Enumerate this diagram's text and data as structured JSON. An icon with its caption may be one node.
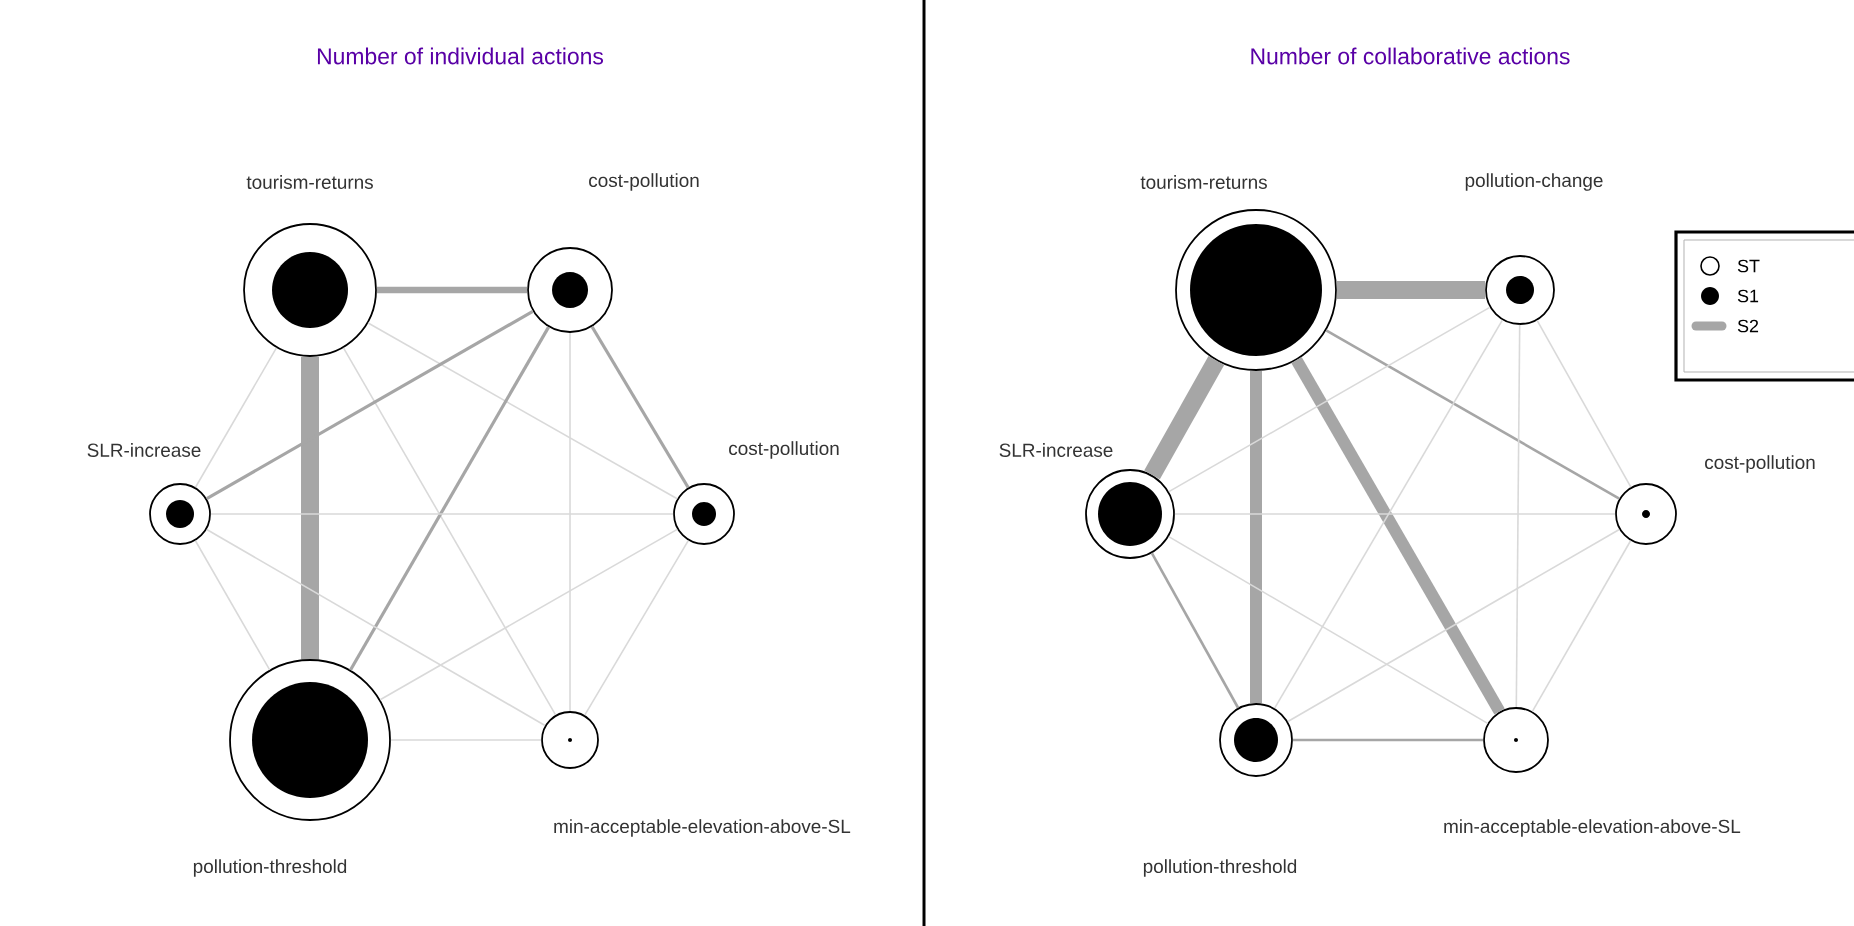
{
  "diagram": {
    "nodes": [
      {
        "text": [
          "tourism-returns"
        ]
      },
      {
        "text": [
          "cost-pollution"
        ]
      },
      {
        "text": [
          "SLR-increase"
        ]
      },
      {
        "text": [
          "cost-pollution"
        ]
      },
      {
        "text": [
          "pollution-threshold"
        ]
      },
      {
        "text": [
          "min-acceptable-elevation-above-SL"
        ]
      },
      {
        "text": [
          "tourism-returns"
        ]
      },
      {
        "text": [
          "pollution-change"
        ]
      },
      {
        "text": [
          "SLR-increase"
        ]
      },
      {
        "text": [
          "cost-pollution"
        ]
      },
      {
        "text": [
          "pollution-threshold"
        ]
      },
      {
        "text": [
          "min-acceptable-elevation-above-SL"
        ]
      }
    ],
    "edges": [
      {
        "from": 0,
        "to": 1,
        "arrow": "none",
        "style": "thick",
        "color": "#a6a6a6"
      },
      {
        "from": 0,
        "to": 2,
        "arrow": "none"
      },
      {
        "from": 0,
        "to": 3,
        "arrow": "none"
      },
      {
        "from": 0,
        "to": 4,
        "arrow": "none",
        "style": "thick",
        "color": "#a6a6a6"
      },
      {
        "from": 0,
        "to": 5,
        "arrow": "none"
      },
      {
        "from": 1,
        "to": 2,
        "arrow": "none",
        "color": "#a6a6a6"
      },
      {
        "from": 1,
        "to": 3,
        "arrow": "none",
        "color": "#a6a6a6"
      },
      {
        "from": 1,
        "to": 4,
        "arrow": "none",
        "color": "#a6a6a6"
      },
      {
        "from": 1,
        "to": 5,
        "arrow": "none"
      },
      {
        "from": 2,
        "to": 3,
        "arrow": "none"
      },
      {
        "from": 2,
        "to": 4,
        "arrow": "none"
      },
      {
        "from": 2,
        "to": 5,
        "arrow": "none"
      },
      {
        "from": 3,
        "to": 4,
        "arrow": "none"
      },
      {
        "from": 3,
        "to": 5,
        "arrow": "none"
      },
      {
        "from": 4,
        "to": 5,
        "arrow": "none"
      },
      {
        "from": 6,
        "to": 7,
        "arrow": "none",
        "style": "thick",
        "color": "#a6a6a6"
      },
      {
        "from": 6,
        "to": 8,
        "arrow": "none",
        "style": "thick",
        "color": "#a6a6a6"
      },
      {
        "from": 6,
        "to": 9,
        "arrow": "none",
        "color": "#a6a6a6"
      },
      {
        "from": 6,
        "to": 10,
        "arrow": "none",
        "style": "thick",
        "color": "#a6a6a6"
      },
      {
        "from": 6,
        "to": 11,
        "arrow": "none",
        "style": "thick",
        "color": "#a6a6a6"
      },
      {
        "from": 7,
        "to": 8,
        "arrow": "none"
      },
      {
        "from": 7,
        "to": 9,
        "arrow": "none"
      },
      {
        "from": 7,
        "to": 10,
        "arrow": "none"
      },
      {
        "from": 7,
        "to": 11,
        "arrow": "none"
      },
      {
        "from": 8,
        "to": 9,
        "arrow": "none"
      },
      {
        "from": 8,
        "to": 10,
        "arrow": "none",
        "color": "#a6a6a6"
      },
      {
        "from": 8,
        "to": 11,
        "arrow": "none"
      },
      {
        "from": 9,
        "to": 10,
        "arrow": "none"
      },
      {
        "from": 9,
        "to": 11,
        "arrow": "none"
      },
      {
        "from": 10,
        "to": 11,
        "arrow": "none",
        "color": "#a6a6a6"
      }
    ],
    "labels": [
      "Number of individual actions",
      "Number of collaborative actions"
    ],
    "legend": [
      {
        "text": "ST"
      },
      {
        "text": "S1"
      },
      {
        "text": "S2"
      }
    ]
  }
}
